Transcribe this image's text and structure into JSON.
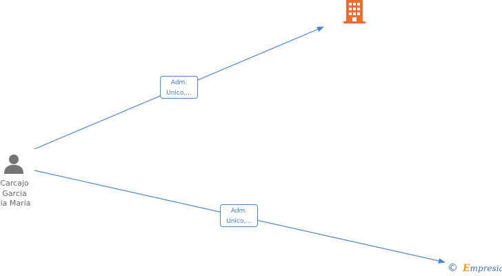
{
  "nodes": {
    "person": {
      "name_lines": [
        "Carcajo",
        "Garcia",
        "lia Maria"
      ],
      "icon": "person-icon",
      "color": "#757575"
    },
    "company_top": {
      "icon": "building-icon",
      "color": "#f26a2e"
    },
    "company_bottom": {
      "icon": "building-icon"
    }
  },
  "edges": [
    {
      "from": "person",
      "to": "company_top",
      "label_lines": [
        "Adm.",
        "Unico,..."
      ]
    },
    {
      "from": "person",
      "to": "company_bottom",
      "label_lines": [
        "Adm.",
        "Unico,..."
      ]
    }
  ],
  "colors": {
    "edge": "#4a86cf",
    "label_text": "#3d78c4",
    "brand_blue": "#3a6fb0",
    "brand_orange": "#f39a1e"
  },
  "watermark": {
    "symbol": "©",
    "brand_initial": "E",
    "brand_rest": "mpresia"
  }
}
